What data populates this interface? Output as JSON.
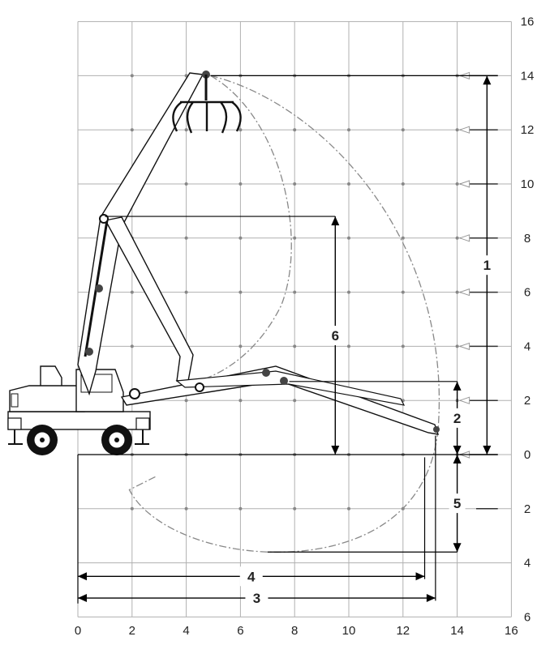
{
  "axes": {
    "x_ticks": [
      "0",
      "2",
      "4",
      "6",
      "8",
      "10",
      "12",
      "14",
      "16"
    ],
    "y_ticks": [
      {
        "label": "16",
        "v": 16
      },
      {
        "label": "14",
        "v": 14
      },
      {
        "label": "12",
        "v": 12
      },
      {
        "label": "10",
        "v": 10
      },
      {
        "label": "8",
        "v": 8
      },
      {
        "label": "6",
        "v": 6
      },
      {
        "label": "4",
        "v": 4
      },
      {
        "label": "2",
        "v": 2
      },
      {
        "label": "0",
        "v": 0
      },
      {
        "label": "2",
        "v": -2
      },
      {
        "label": "4",
        "v": -4
      },
      {
        "label": "6",
        "v": -6
      }
    ]
  },
  "dimensions": {
    "d1": {
      "label": "1",
      "x": 15.1,
      "from": 0,
      "to": 14
    },
    "d2": {
      "label": "2",
      "x": 14.0,
      "from": 0,
      "to": 2.7
    },
    "d3": {
      "label": "3",
      "y": -5.3,
      "from": 0,
      "to": 13.2
    },
    "d4": {
      "label": "4",
      "y": -4.5,
      "from": 0,
      "to": 12.8
    },
    "d5": {
      "label": "5",
      "x": 14.0,
      "from": -3.6,
      "to": 0
    },
    "d6": {
      "label": "6",
      "x": 9.5,
      "from": 0,
      "to": 8.8
    }
  },
  "colors": {
    "grid": "#b0b0b0",
    "line": "#111111",
    "reach": "#888888",
    "marker": "#999999"
  }
}
